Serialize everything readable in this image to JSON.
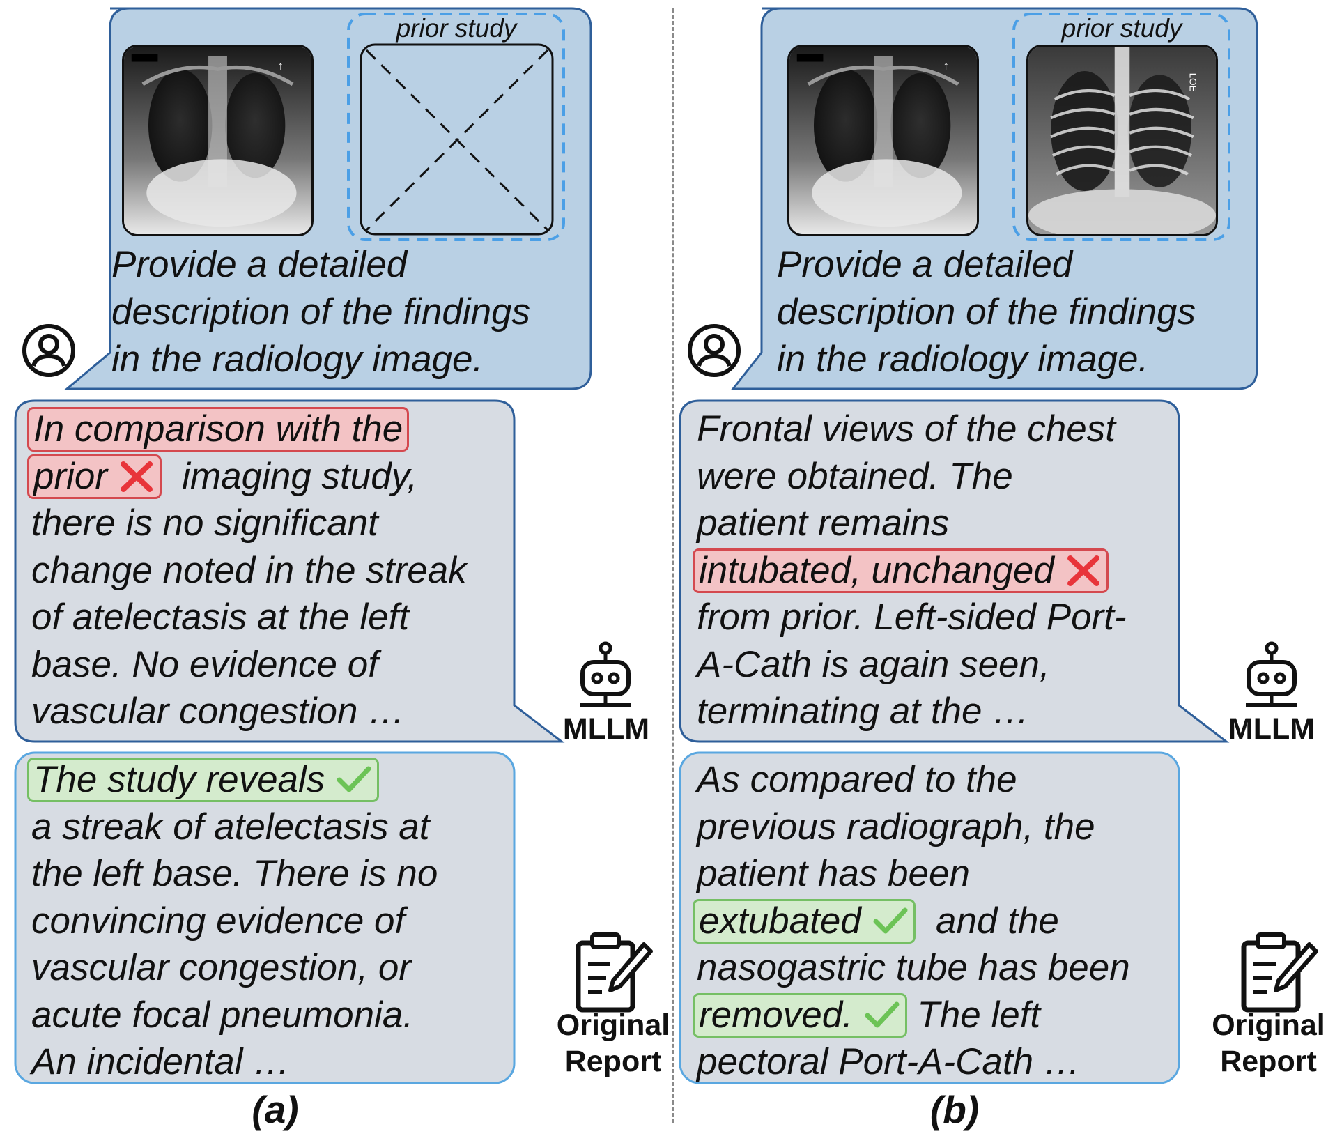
{
  "panels": [
    {
      "label": "(a)",
      "prior_label": "prior study",
      "prompt_lines": [
        "Provide a detailed",
        "description of the findings",
        "in the radiology image."
      ],
      "mllm": {
        "role": "MLLM",
        "lines": [
          [
            {
              "text": "In comparison with the",
              "hl": "red"
            }
          ],
          [
            {
              "text": "prior",
              "hl": "red",
              "mark": "cross"
            },
            {
              "text": "  imaging study,"
            }
          ],
          [
            {
              "text": "there is no significant"
            }
          ],
          [
            {
              "text": "change noted in the streak"
            }
          ],
          [
            {
              "text": "of atelectasis at the left"
            }
          ],
          [
            {
              "text": "base. No evidence of"
            }
          ],
          [
            {
              "text": "vascular congestion …"
            }
          ]
        ]
      },
      "report": {
        "role_lines": [
          "Original",
          "Report"
        ],
        "lines": [
          [
            {
              "text": "The study reveals",
              "hl": "green",
              "mark": "check"
            }
          ],
          [
            {
              "text": "a streak of atelectasis at"
            }
          ],
          [
            {
              "text": "the left base. There is no"
            }
          ],
          [
            {
              "text": "convincing evidence of"
            }
          ],
          [
            {
              "text": "vascular congestion, or"
            }
          ],
          [
            {
              "text": "acute focal pneumonia."
            }
          ],
          [
            {
              "text": "An incidental …"
            }
          ]
        ]
      }
    },
    {
      "label": "(b)",
      "prior_label": "prior study",
      "prompt_lines": [
        "Provide a detailed",
        "description of the findings",
        "in the radiology image."
      ],
      "mllm": {
        "role": "MLLM",
        "lines": [
          [
            {
              "text": "Frontal views of the chest"
            }
          ],
          [
            {
              "text": "were obtained. The"
            }
          ],
          [
            {
              "text": "patient remains"
            }
          ],
          [
            {
              "text": "intubated, unchanged",
              "hl": "red",
              "mark": "cross"
            }
          ],
          [
            {
              "text": "from prior. Left-sided Port-"
            }
          ],
          [
            {
              "text": "A-Cath is again seen,"
            }
          ],
          [
            {
              "text": "terminating at the …"
            }
          ]
        ]
      },
      "report": {
        "role_lines": [
          "Original",
          "Report"
        ],
        "lines": [
          [
            {
              "text": "As compared to the"
            }
          ],
          [
            {
              "text": "previous radiograph, the"
            }
          ],
          [
            {
              "text": "patient has been"
            }
          ],
          [
            {
              "text": "extubated",
              "hl": "green",
              "mark": "check"
            },
            {
              "text": "  and the"
            }
          ],
          [
            {
              "text": "nasogastric tube has been"
            }
          ],
          [
            {
              "text": "removed.",
              "hl": "green",
              "mark": "check"
            },
            {
              "text": " The left"
            }
          ],
          [
            {
              "text": "pectoral Port-A-Cath …"
            }
          ]
        ]
      }
    }
  ],
  "colors": {
    "prompt_fill": "#b9d0e4",
    "prompt_stroke": "#2f5f9a",
    "mllm_fill": "#d7dce3",
    "mllm_stroke": "#2f5f9a",
    "report_fill": "#d7dce3",
    "report_stroke": "#5aa7e0",
    "prior_box": "#4b9fe6",
    "cross": "#e8343a",
    "check": "#6cc356"
  }
}
